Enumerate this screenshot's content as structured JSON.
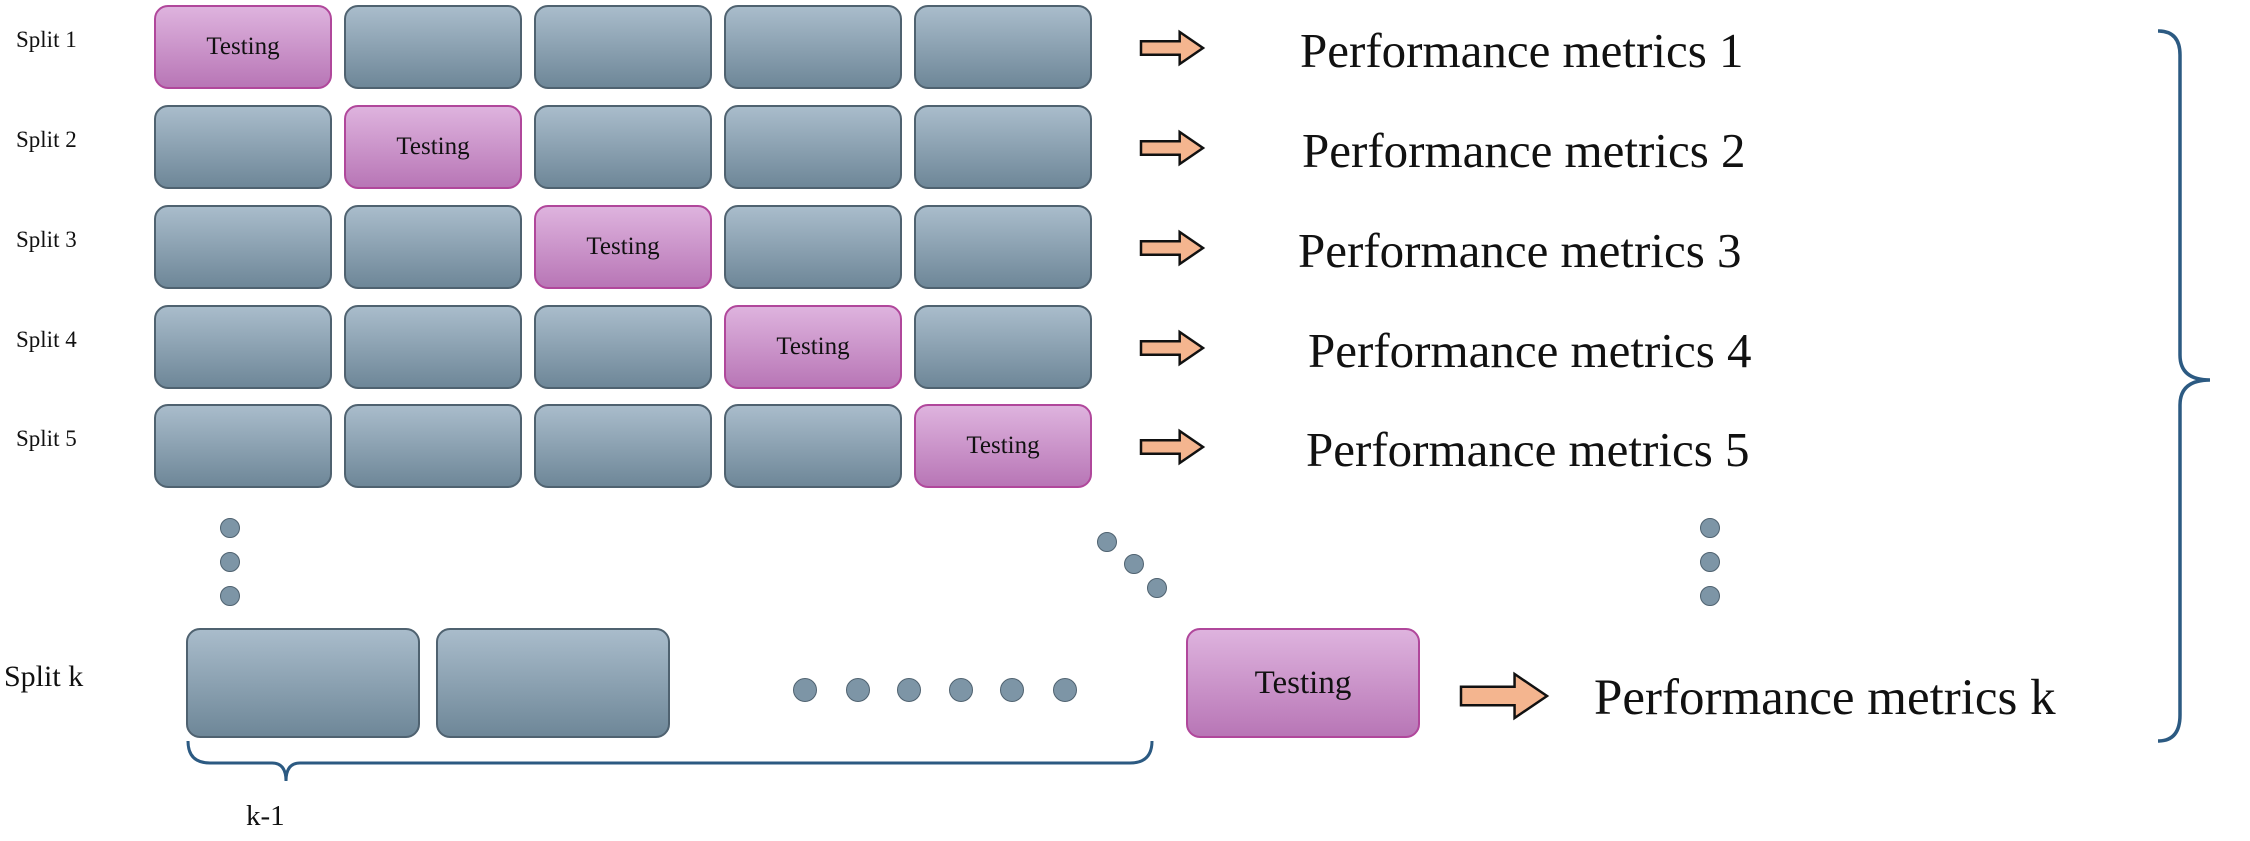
{
  "colors": {
    "train_top": "#a9bccb",
    "train_bottom": "#6e8798",
    "train_border": "#4f6270",
    "test_top": "#deb3de",
    "test_bottom": "#b876b6",
    "test_border": "#b0479b",
    "arrow_fill": "#f4b58f",
    "arrow_stroke": "#111111",
    "brace": "#2c5a82",
    "dot": "#7d95a6"
  },
  "testing_label": "Testing",
  "splits": [
    {
      "label": "Split 1",
      "test_index": 0,
      "metric": "Performance metrics 1"
    },
    {
      "label": "Split 2",
      "test_index": 1,
      "metric": "Performance metrics 2"
    },
    {
      "label": "Split 3",
      "test_index": 2,
      "metric": "Performance metrics 3"
    },
    {
      "label": "Split 4",
      "test_index": 3,
      "metric": "Performance metrics 4"
    },
    {
      "label": "Split 5",
      "test_index": 4,
      "metric": "Performance metrics 5"
    }
  ],
  "split_k": {
    "label": "Split k",
    "testing_label": "Testing",
    "metric": "Performance metrics k",
    "train_brace_label": "k-1"
  }
}
